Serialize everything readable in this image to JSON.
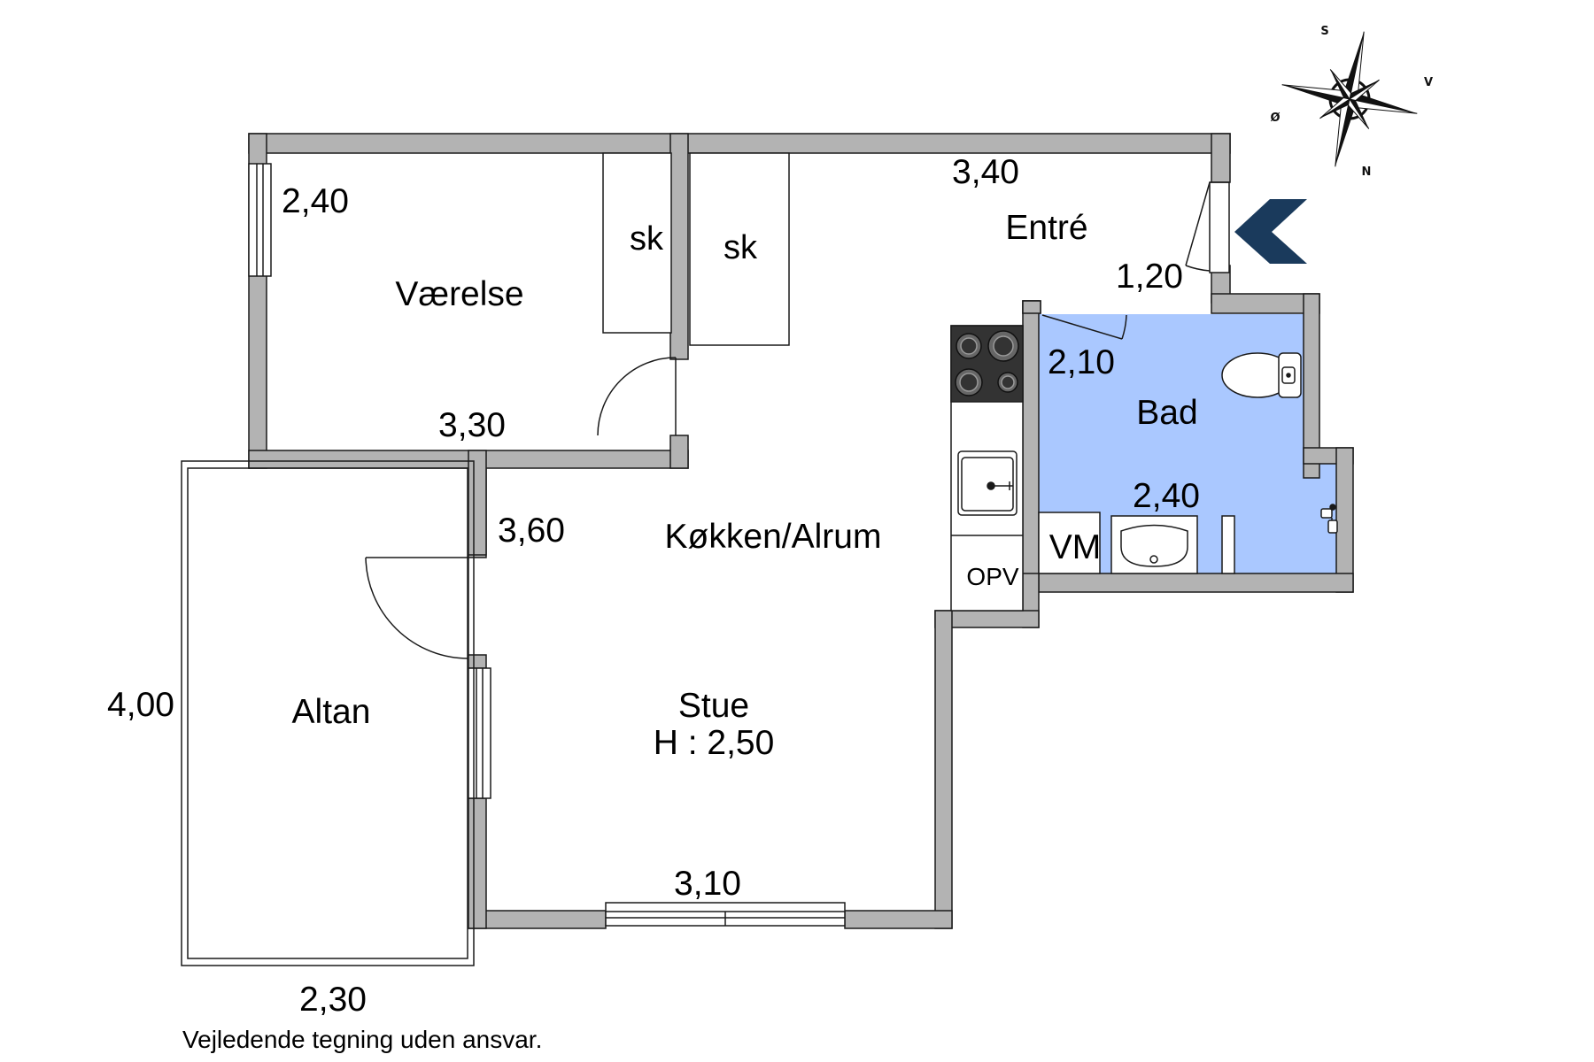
{
  "title": "",
  "colors": {
    "wall": "#b3b3b3",
    "wall_stroke": "#1a1a1a",
    "bathroom_fill": "#aac8ff",
    "entrance_arrow": "#1a3a5c",
    "stove": "#333333"
  },
  "rooms": {
    "vaerelse": "Værelse",
    "entre": "Entré",
    "bad": "Bad",
    "kokken": "Køkken/Alrum",
    "stue": "Stue",
    "stue_height": "H : 2,50",
    "altan": "Altan"
  },
  "fixtures": {
    "closet_1": "sk",
    "closet_2": "sk",
    "washing_machine": "VM",
    "dishwasher": "OPV"
  },
  "dimensions": {
    "vaerelse_width": "2,40",
    "vaerelse_length": "3,30",
    "entre_length": "3,40",
    "entre_width": "1,20",
    "bad_width": "2,10",
    "bad_length": "2,40",
    "kokken_width": "3,60",
    "stue_length": "3,10",
    "altan_height": "4,00",
    "altan_width": "2,30"
  },
  "compass": {
    "s": "S",
    "v": "V",
    "n": "N",
    "o": "Ø"
  },
  "icons": [
    "compass-rose-icon",
    "entrance-arrow-icon",
    "stove-icon",
    "sink-icon",
    "toilet-icon",
    "washbasin-icon",
    "shower-icon"
  ],
  "disclaimer": "Vejledende tegning uden ansvar."
}
